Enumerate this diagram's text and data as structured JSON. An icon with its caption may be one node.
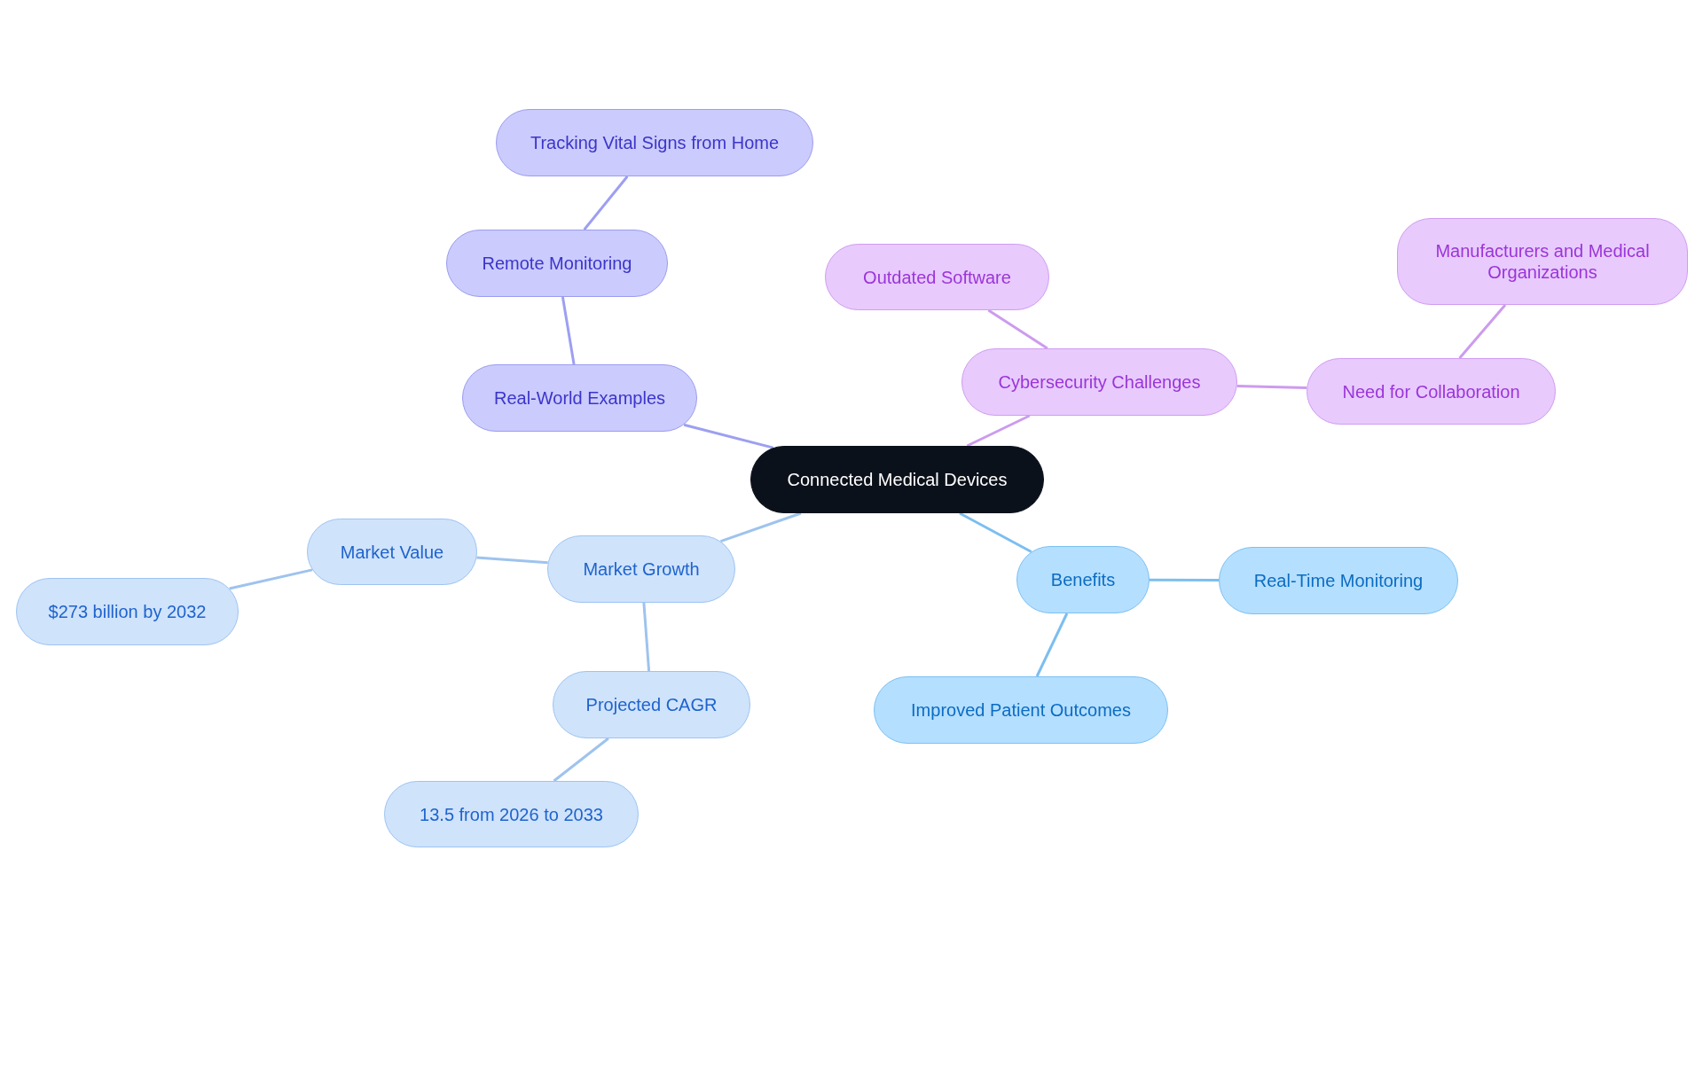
{
  "diagram": {
    "nodes": [
      {
        "text": [
          "Connected Medical Devices"
        ]
      },
      {
        "text": [
          "Real-World Examples"
        ]
      },
      {
        "text": [
          "Remote Monitoring"
        ]
      },
      {
        "text": [
          "Tracking Vital Signs from Home"
        ]
      },
      {
        "text": [
          "Cybersecurity Challenges"
        ]
      },
      {
        "text": [
          "Outdated Software"
        ]
      },
      {
        "text": [
          "Need for Collaboration"
        ]
      },
      {
        "text": [
          "Manufacturers and Medical Organizations"
        ]
      },
      {
        "text": [
          "Market Growth"
        ]
      },
      {
        "text": [
          "Market Value"
        ]
      },
      {
        "text": [
          "$273 billion by 2032"
        ]
      },
      {
        "text": [
          "Projected CAGR"
        ]
      },
      {
        "text": [
          "13.5 from 2026 to 2033"
        ]
      },
      {
        "text": [
          "Benefits"
        ]
      },
      {
        "text": [
          "Real-Time Monitoring"
        ]
      },
      {
        "text": [
          "Improved Patient Outcomes"
        ]
      }
    ],
    "edges": [
      {
        "from": 0,
        "to": 1,
        "arrow": "none",
        "color": "#9d9ff2"
      },
      {
        "from": 1,
        "to": 2,
        "arrow": "none",
        "color": "#9d9ff2"
      },
      {
        "from": 2,
        "to": 3,
        "arrow": "none",
        "color": "#9d9ff2"
      },
      {
        "from": 0,
        "to": 4,
        "arrow": "none",
        "color": "#cc9bee"
      },
      {
        "from": 4,
        "to": 5,
        "arrow": "none",
        "color": "#cc9bee"
      },
      {
        "from": 4,
        "to": 6,
        "arrow": "none",
        "color": "#cc9bee"
      },
      {
        "from": 6,
        "to": 7,
        "arrow": "none",
        "color": "#cc9bee"
      },
      {
        "from": 0,
        "to": 8,
        "arrow": "none",
        "color": "#9ec3ee"
      },
      {
        "from": 8,
        "to": 9,
        "arrow": "none",
        "color": "#9ec3ee"
      },
      {
        "from": 9,
        "to": 10,
        "arrow": "none",
        "color": "#9ec3ee"
      },
      {
        "from": 8,
        "to": 11,
        "arrow": "none",
        "color": "#9ec3ee"
      },
      {
        "from": 11,
        "to": 12,
        "arrow": "none",
        "color": "#9ec3ee"
      },
      {
        "from": 0,
        "to": 13,
        "arrow": "none",
        "color": "#7cbef0"
      },
      {
        "from": 13,
        "to": 14,
        "arrow": "none",
        "color": "#7cbef0"
      },
      {
        "from": 13,
        "to": 15,
        "arrow": "none",
        "color": "#7cbef0"
      }
    ]
  }
}
